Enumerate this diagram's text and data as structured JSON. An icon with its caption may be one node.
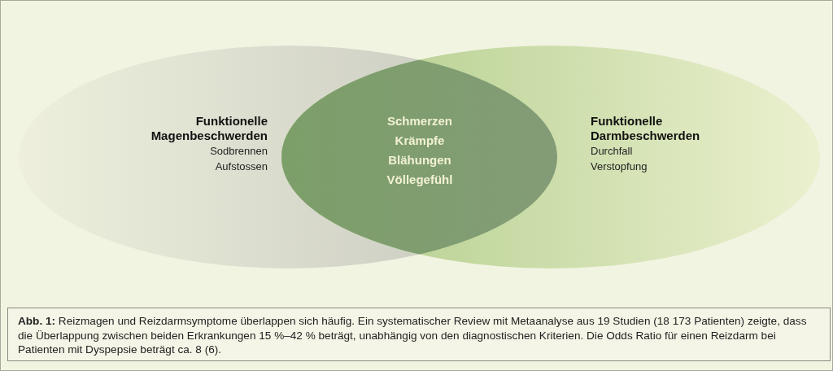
{
  "diagram": {
    "caption": "**Abb. 1:** Reizmagen und Reizdarmsymptome überlappen sich häufig. Ein systematischer Review mit Metaanalyse aus 19 Studien (18 173 Patienten) zeigte, dass die Überlappung zwischen beiden Erkrankungen 15 %–42 % beträgt, unabhängig von den diagnostischen Kriterien. Die Odds Ratio für einen Reizdarm bei Patienten mit Dyspepsie beträgt ca. 8 (6).",
    "nodes": [
      {
        "text": [
          "Funktionelle Magenbeschwerden",
          "Sodbrennen",
          "Aufstossen"
        ]
      },
      {
        "text": [
          "Funktionelle Darmbeschwerden",
          "Durchfall",
          "Verstopfung"
        ]
      },
      {
        "text": [
          "Schmerzen",
          "Krämpfe",
          "Blähungen",
          "Völlegefühl"
        ]
      }
    ]
  }
}
